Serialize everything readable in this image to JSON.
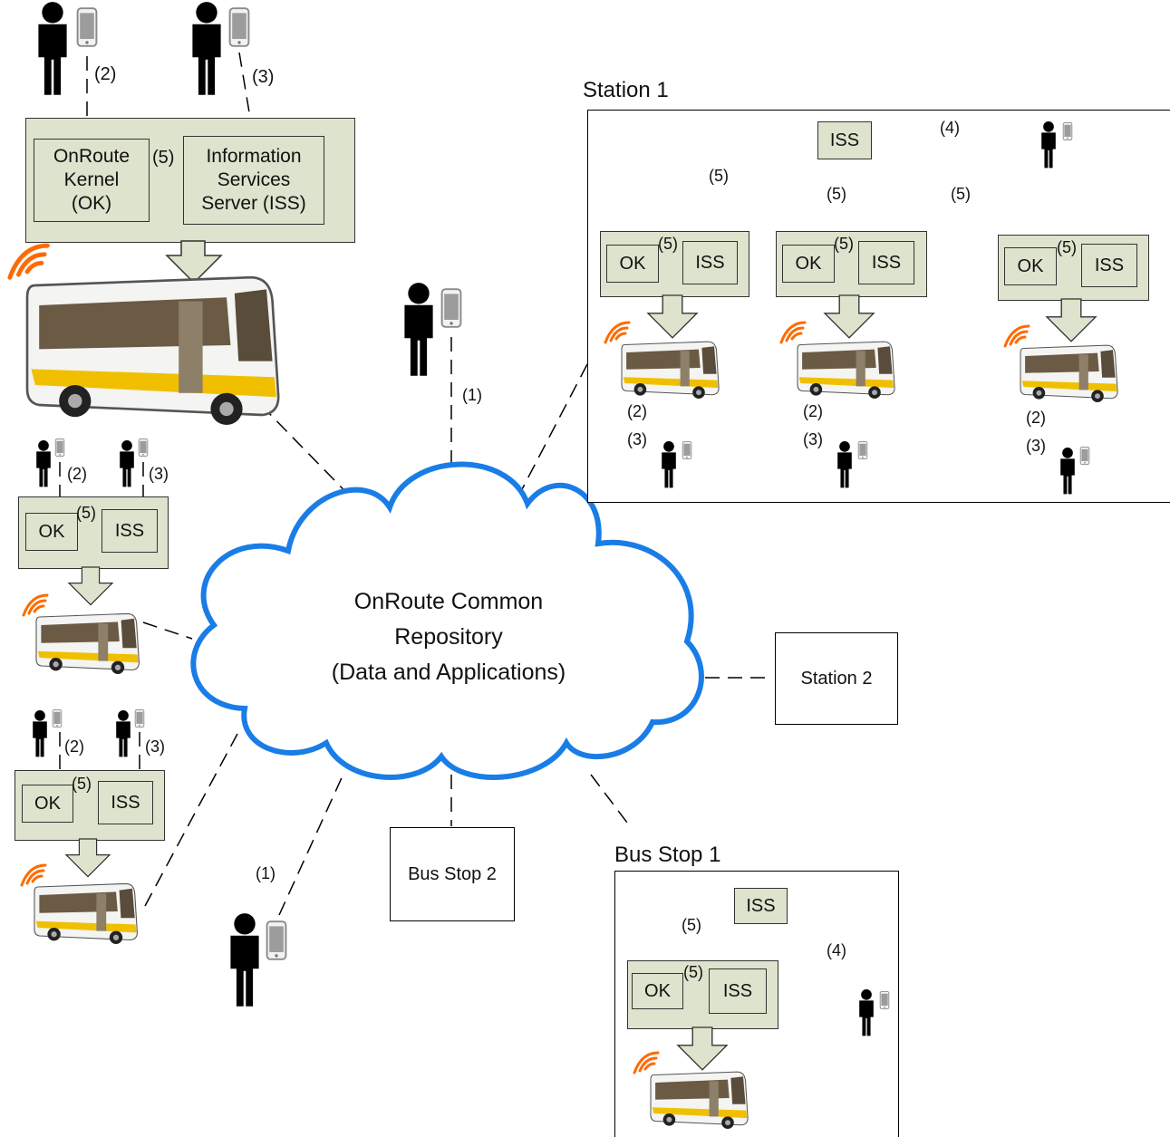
{
  "cloud": {
    "line1": "OnRoute Common",
    "line2": "Repository",
    "line3": "(Data and Applications)"
  },
  "bus_main": {
    "ok_box": "OnRoute\nKernel\n(OK)",
    "iss_box": "Information\nServices\nServer (ISS)",
    "link_ok_iss": "(5)",
    "link_user_ok": "(2)",
    "link_user_iss": "(3)"
  },
  "station1": {
    "title": "Station 1",
    "iss": "ISS",
    "ok": "OK",
    "link_iss_user": "(4)",
    "link_iss_bus": "(5)",
    "link_ok_iss": "(5)",
    "link_bus_user_a": "(2)",
    "link_bus_user_b": "(3)"
  },
  "station2": {
    "title": "Station 2"
  },
  "bus_stop1": {
    "title": "Bus Stop 1",
    "iss": "ISS",
    "ok": "OK",
    "link_iss_bus": "(5)",
    "link_iss_user": "(4)",
    "link_ok_iss": "(5)"
  },
  "bus_stop2": {
    "title": "Bus Stop 2"
  },
  "small_bus": {
    "ok": "OK",
    "iss": "ISS",
    "link_ok_iss": "(5)",
    "link_user_ok": "(2)",
    "link_user_iss": "(3)"
  },
  "cloud_user_link": "(1)",
  "colors": {
    "cloud_stroke": "#1a7de6",
    "box_fill": "#dde3cc",
    "wifi": "#ff6a00",
    "bus_body": "#f2f2f2",
    "bus_accent": "#f0c000"
  }
}
